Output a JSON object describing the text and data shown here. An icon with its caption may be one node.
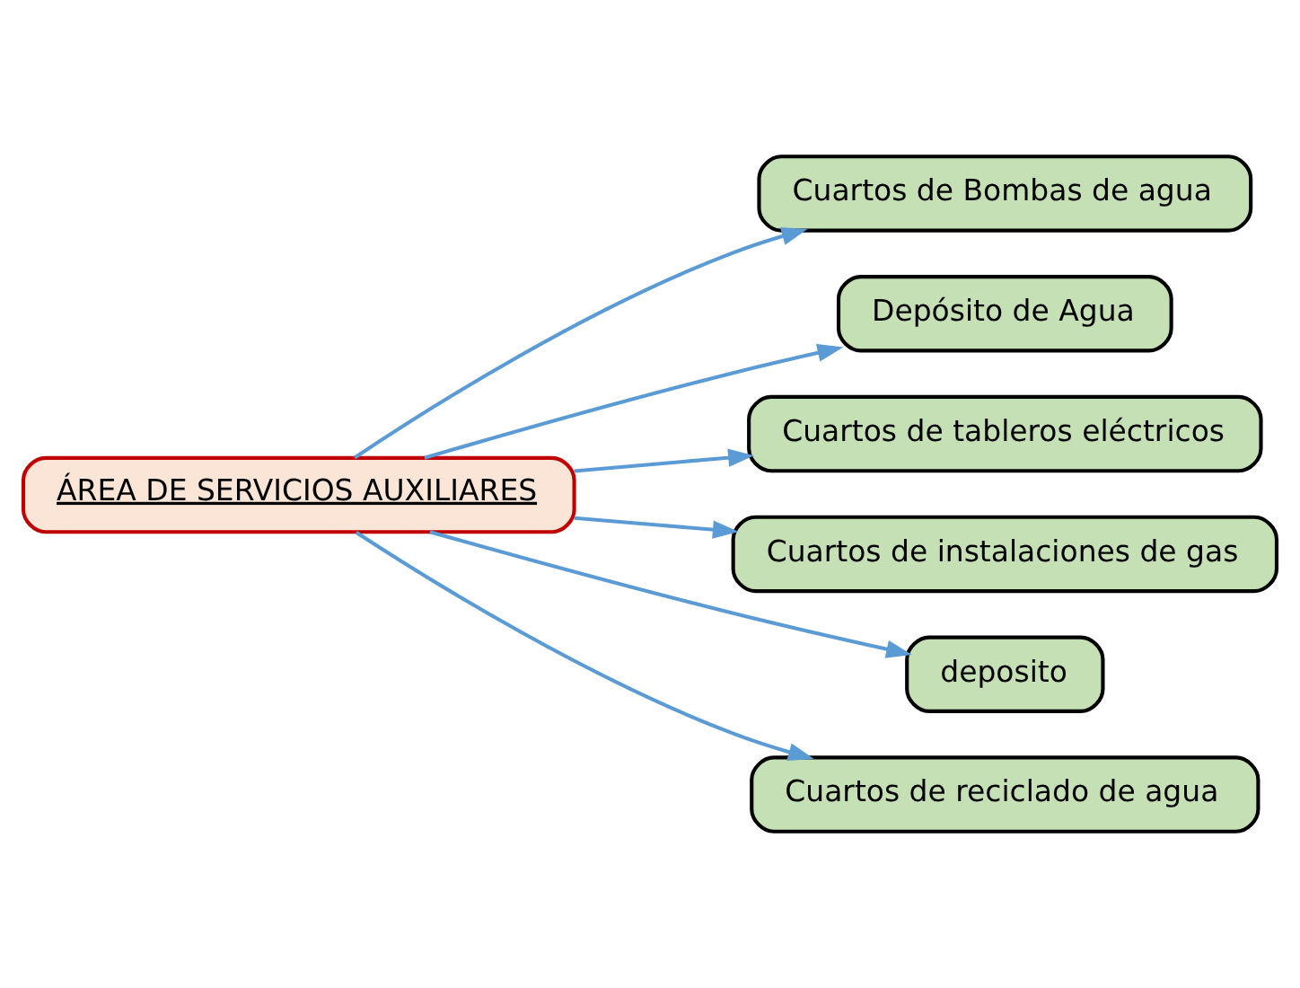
{
  "diagram": {
    "nodes": [
      {
        "text": [
          "ÁREA DE SERVICIOS AUXILIARES"
        ]
      },
      {
        "text": [
          "Cuartos de Bombas de agua"
        ]
      },
      {
        "text": [
          "Depósito de Agua"
        ]
      },
      {
        "text": [
          "Cuartos de tableros eléctricos"
        ]
      },
      {
        "text": [
          "Cuartos de instalaciones de gas"
        ]
      },
      {
        "text": [
          "deposito"
        ]
      },
      {
        "text": [
          "Cuartos de reciclado de agua"
        ]
      }
    ],
    "edges": [
      {
        "from": 0,
        "to": 1,
        "arrow": "to"
      },
      {
        "from": 0,
        "to": 2,
        "arrow": "to"
      },
      {
        "from": 0,
        "to": 3,
        "arrow": "to"
      },
      {
        "from": 0,
        "to": 4,
        "arrow": "to"
      },
      {
        "from": 0,
        "to": 5,
        "arrow": "to"
      },
      {
        "from": 0,
        "to": 6,
        "arrow": "to"
      }
    ]
  }
}
